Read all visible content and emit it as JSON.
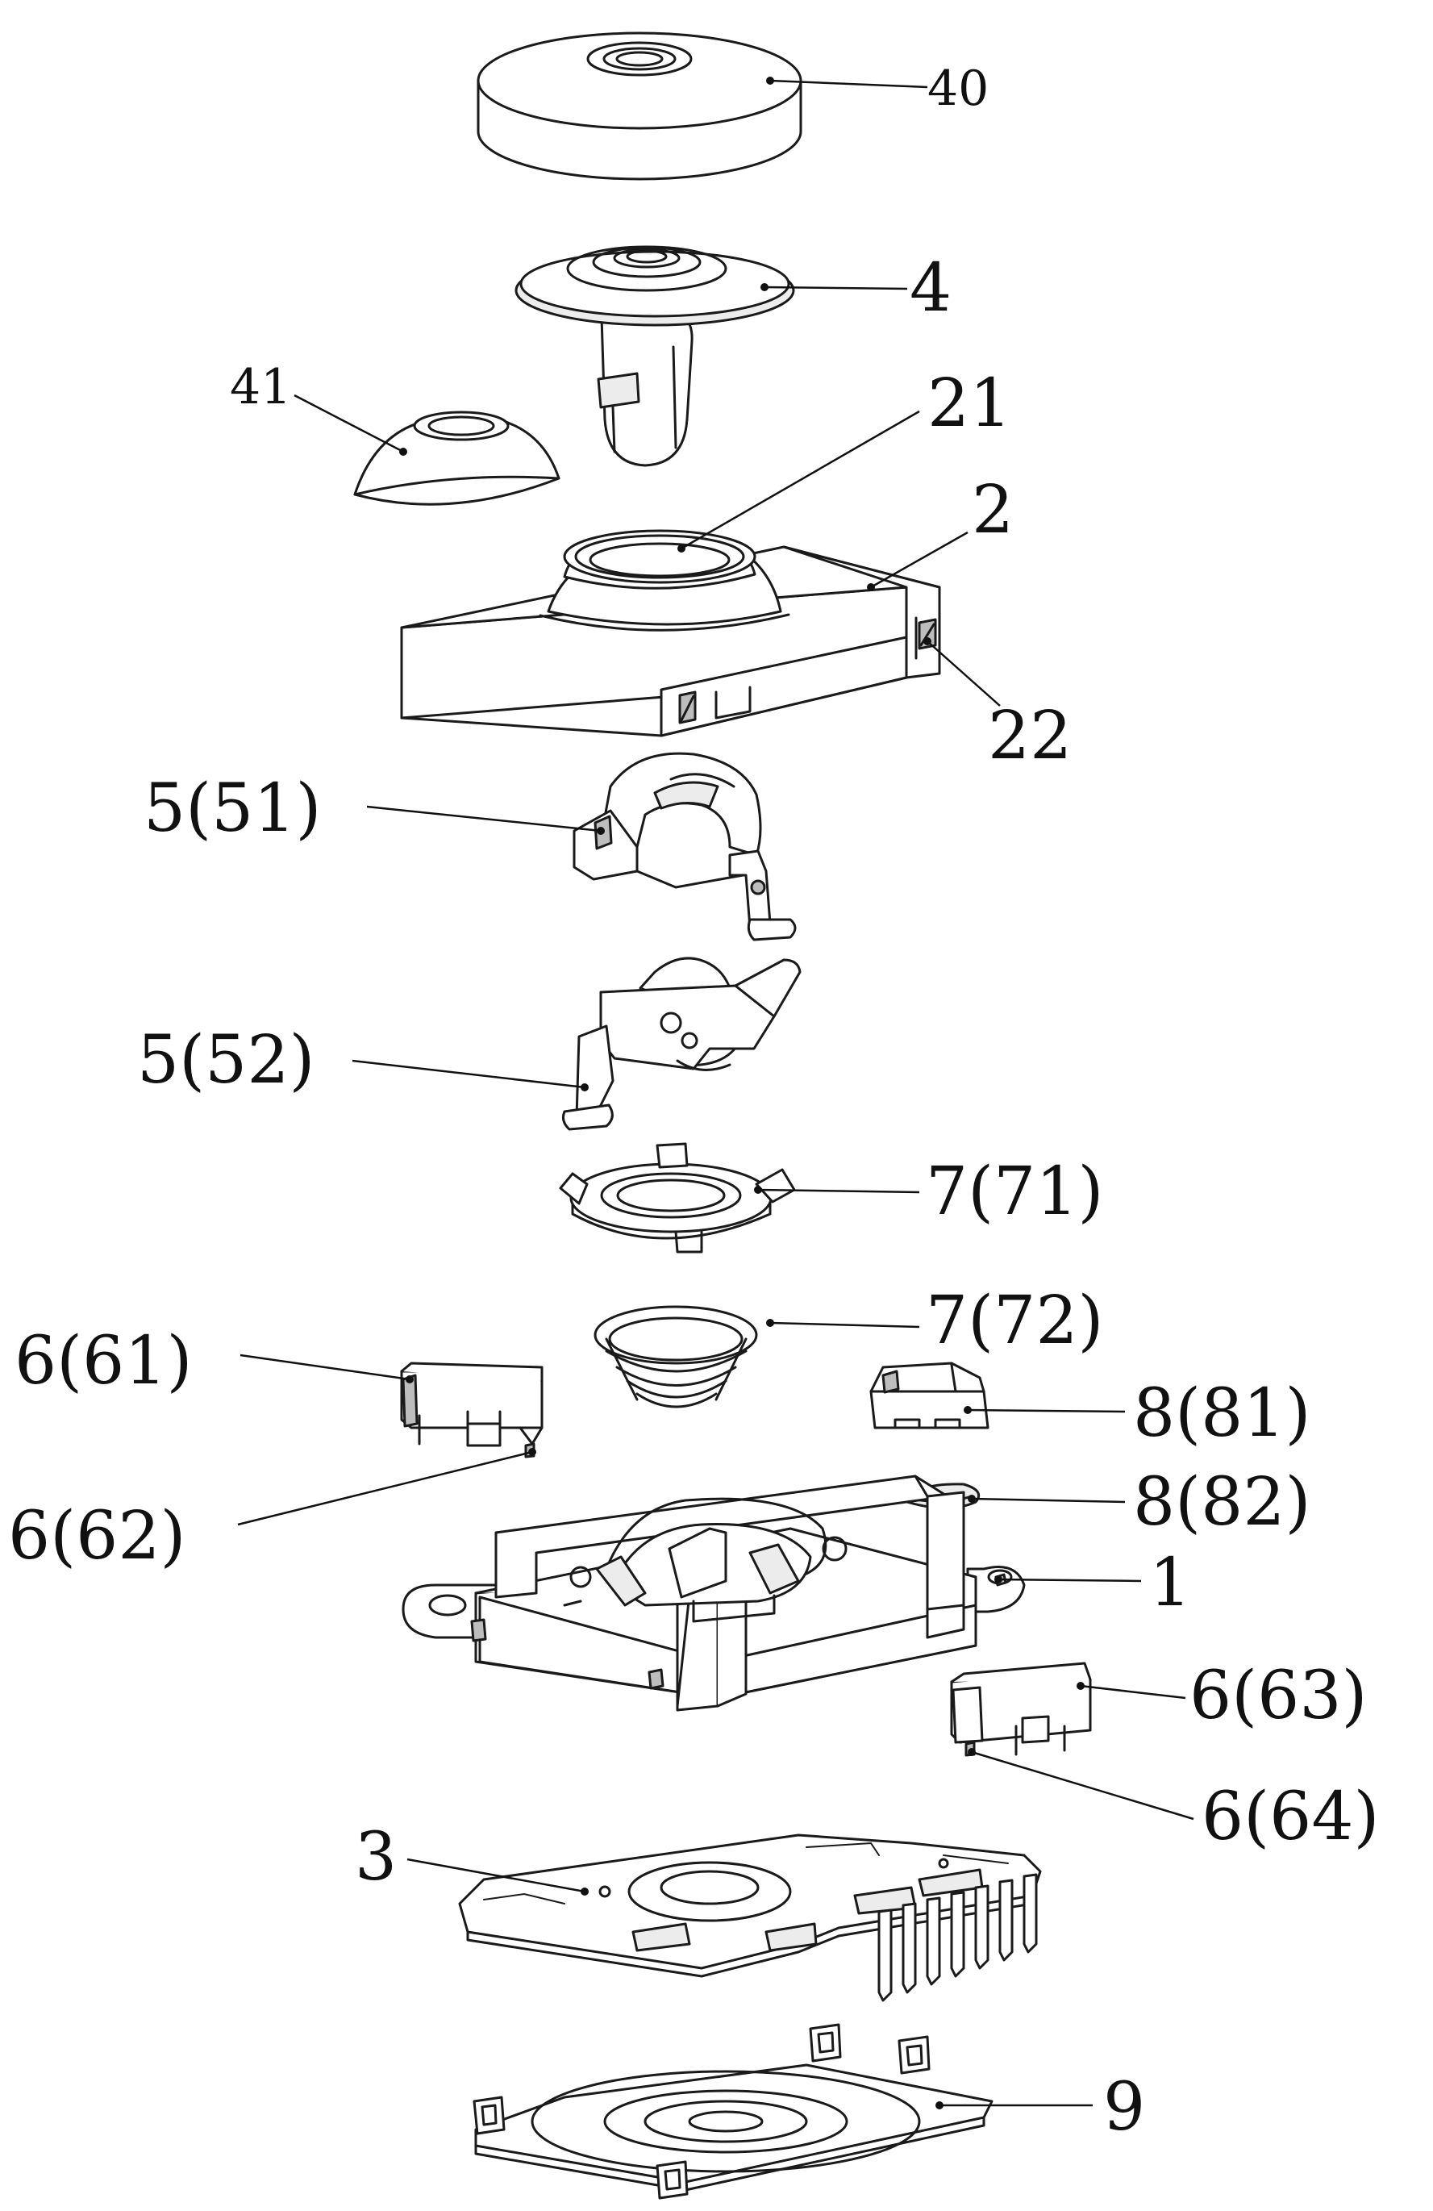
{
  "figure": {
    "labels": {
      "l40": "40",
      "l4": "4",
      "l41": "41",
      "l21": "21",
      "l2": "2",
      "l22": "22",
      "l551": "5(51)",
      "l552": "5(52)",
      "l771": "7(71)",
      "l772": "7(72)",
      "l661": "6(61)",
      "l662": "6(62)",
      "l881": "8(81)",
      "l882": "8(82)",
      "l1": "1",
      "l663": "6(63)",
      "l664": "6(64)",
      "l3": "3",
      "l9": "9"
    }
  }
}
